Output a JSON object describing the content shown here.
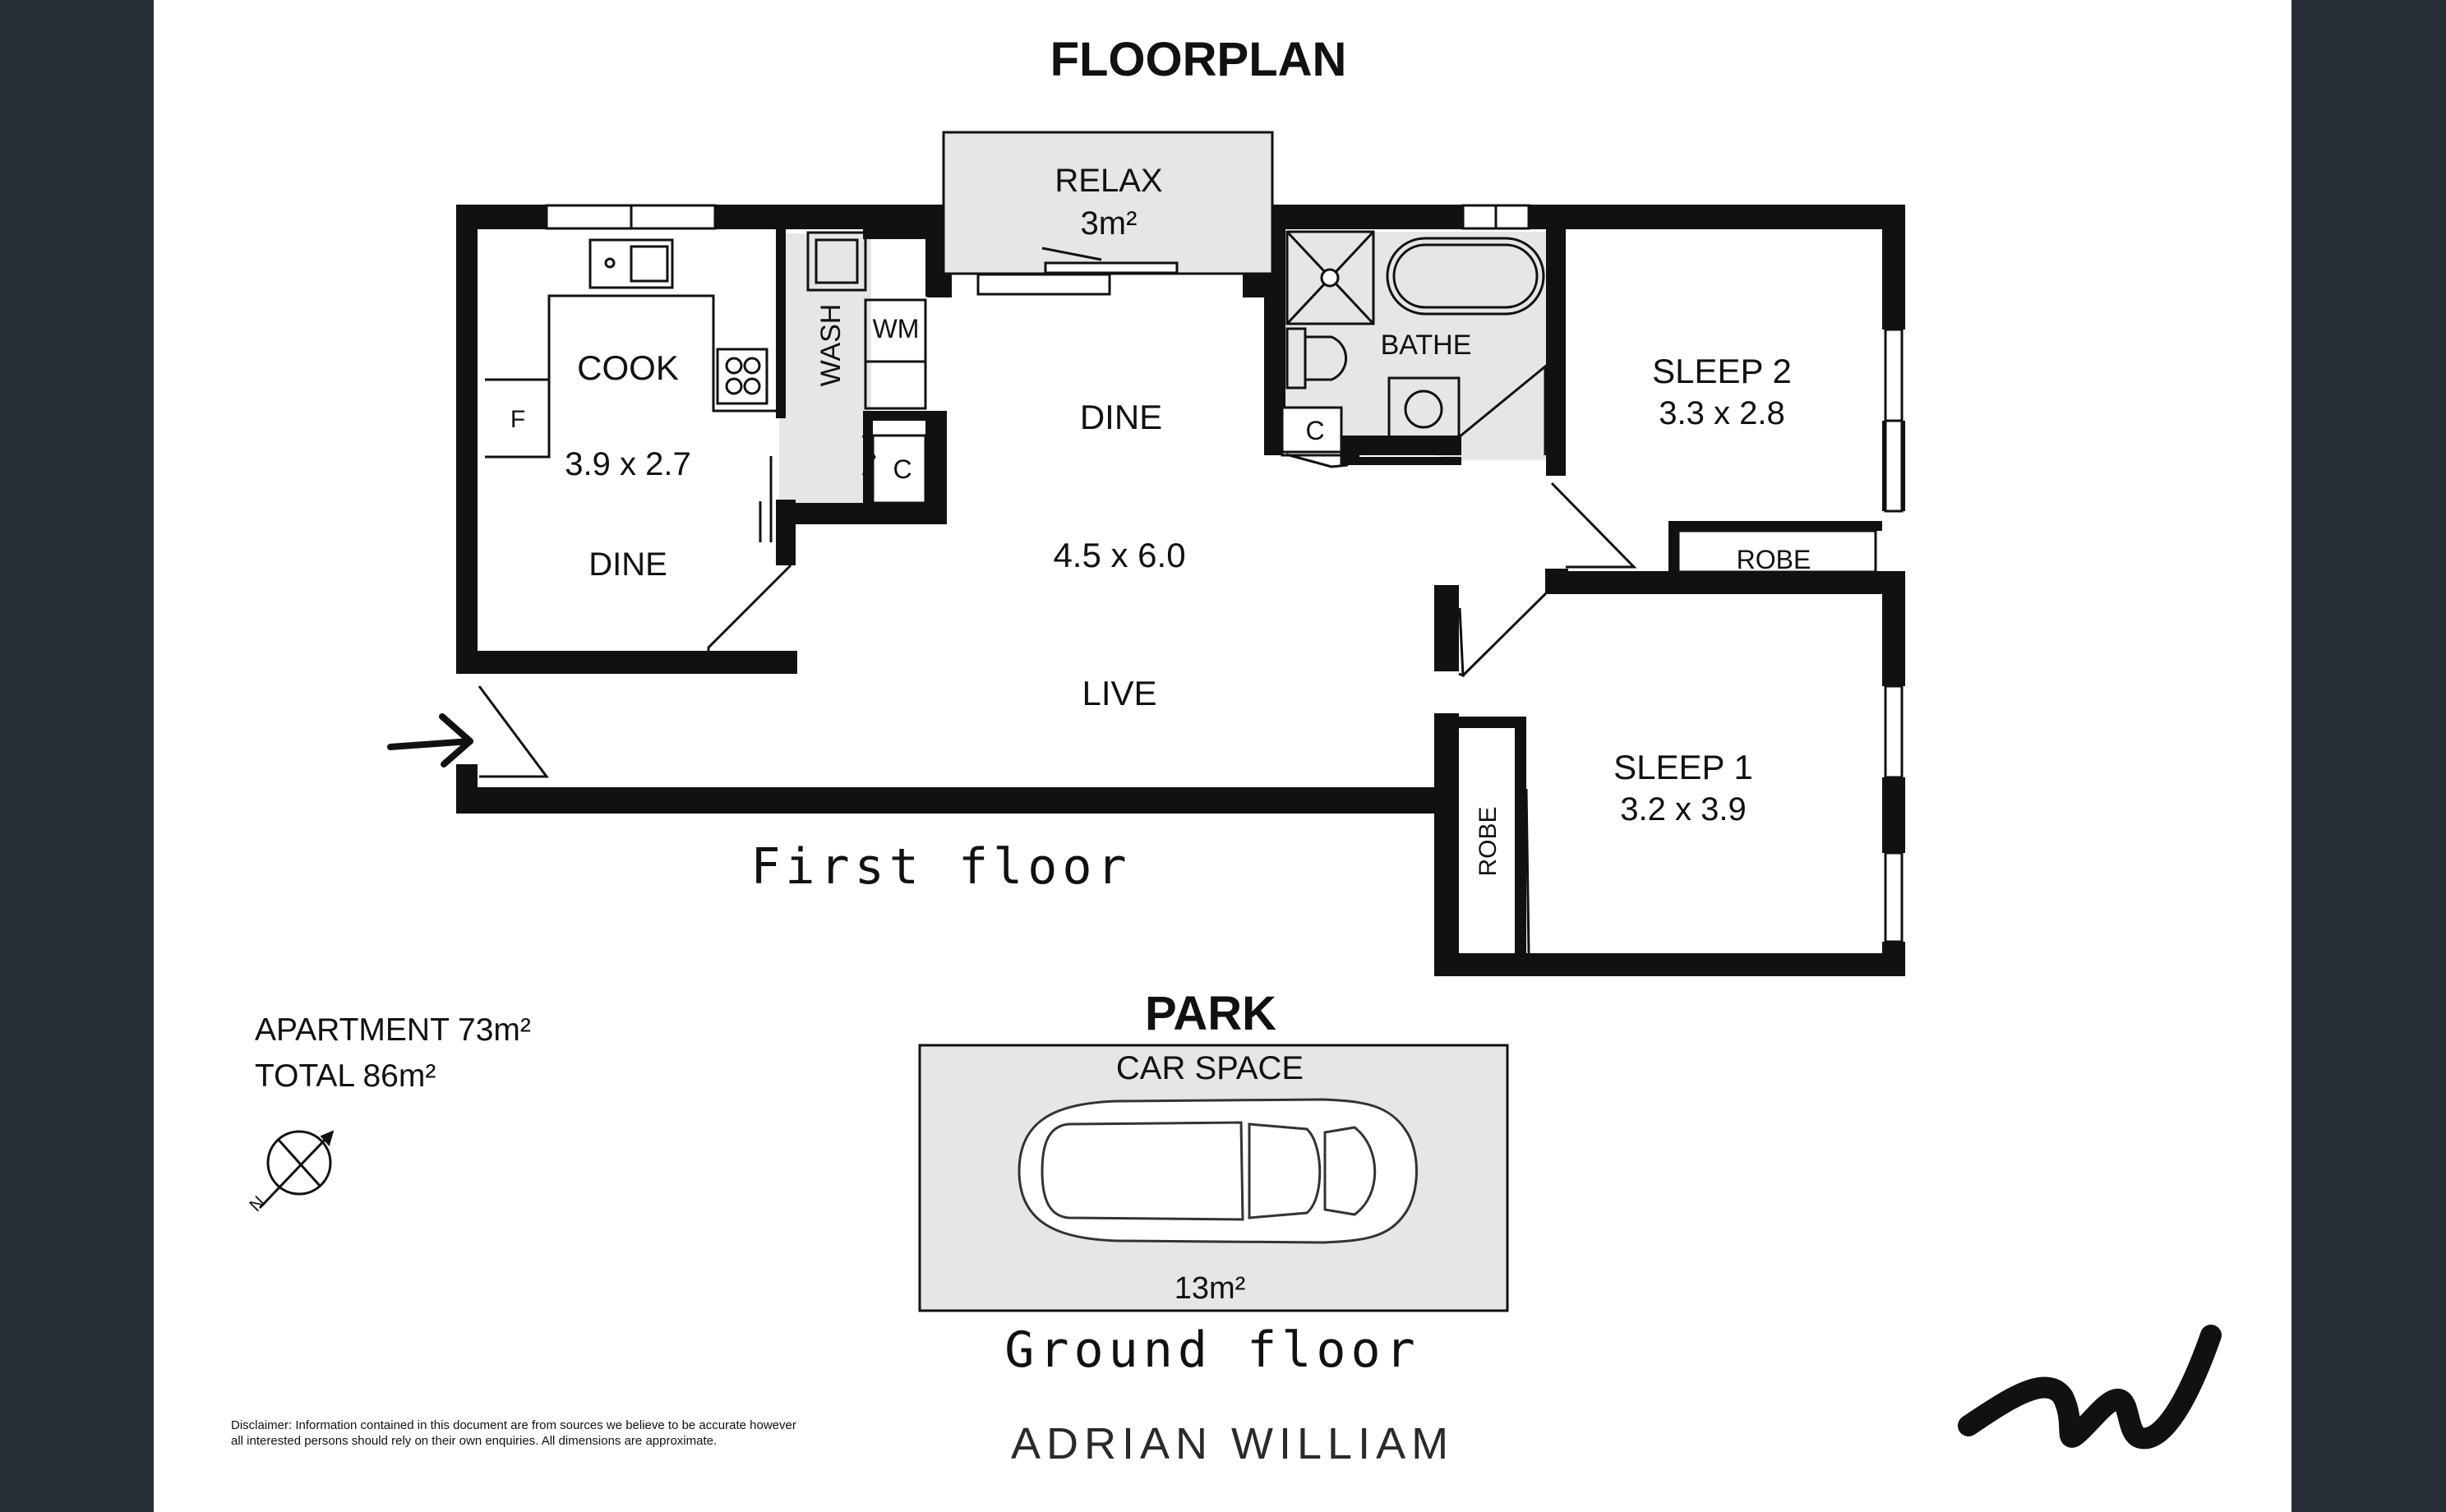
{
  "title": "FLOORPLAN",
  "rooms": {
    "relax": {
      "name": "RELAX",
      "size": "3m²"
    },
    "cook": {
      "name": "COOK",
      "size": "3.9 x 2.7",
      "sub": "DINE"
    },
    "fridge": "F",
    "wash": "WASH",
    "wm": "WM",
    "cupboard_laundry": "C",
    "cupboard_bath": "C",
    "dine": {
      "name": "DINE",
      "size": "4.5 x 6.0"
    },
    "live": "LIVE",
    "bathe": "BATHE",
    "sleep2": {
      "name": "SLEEP 2",
      "size": "3.3 x 2.8",
      "robe": "ROBE"
    },
    "sleep1": {
      "name": "SLEEP 1",
      "size": "3.2 x 3.9",
      "robe": "ROBE"
    }
  },
  "first_floor": "First floor",
  "park": {
    "title": "PARK",
    "label": "CAR SPACE",
    "size": "13m²"
  },
  "ground_floor": "Ground floor",
  "areas": {
    "apartment": "APARTMENT 73m²",
    "total": "TOTAL 86m²"
  },
  "compass_letter": "N",
  "disclaimer": "Disclaimer: Information contained in this document are from sources we believe to be accurate however all interested persons should rely on their own enquiries. All dimensions are approximate.",
  "brand": "ADRIAN WILLIAM",
  "colors": {
    "wall": "#111111",
    "wet_area": "#e6e6e6",
    "background": "#272d35",
    "sheet": "#ffffff"
  }
}
